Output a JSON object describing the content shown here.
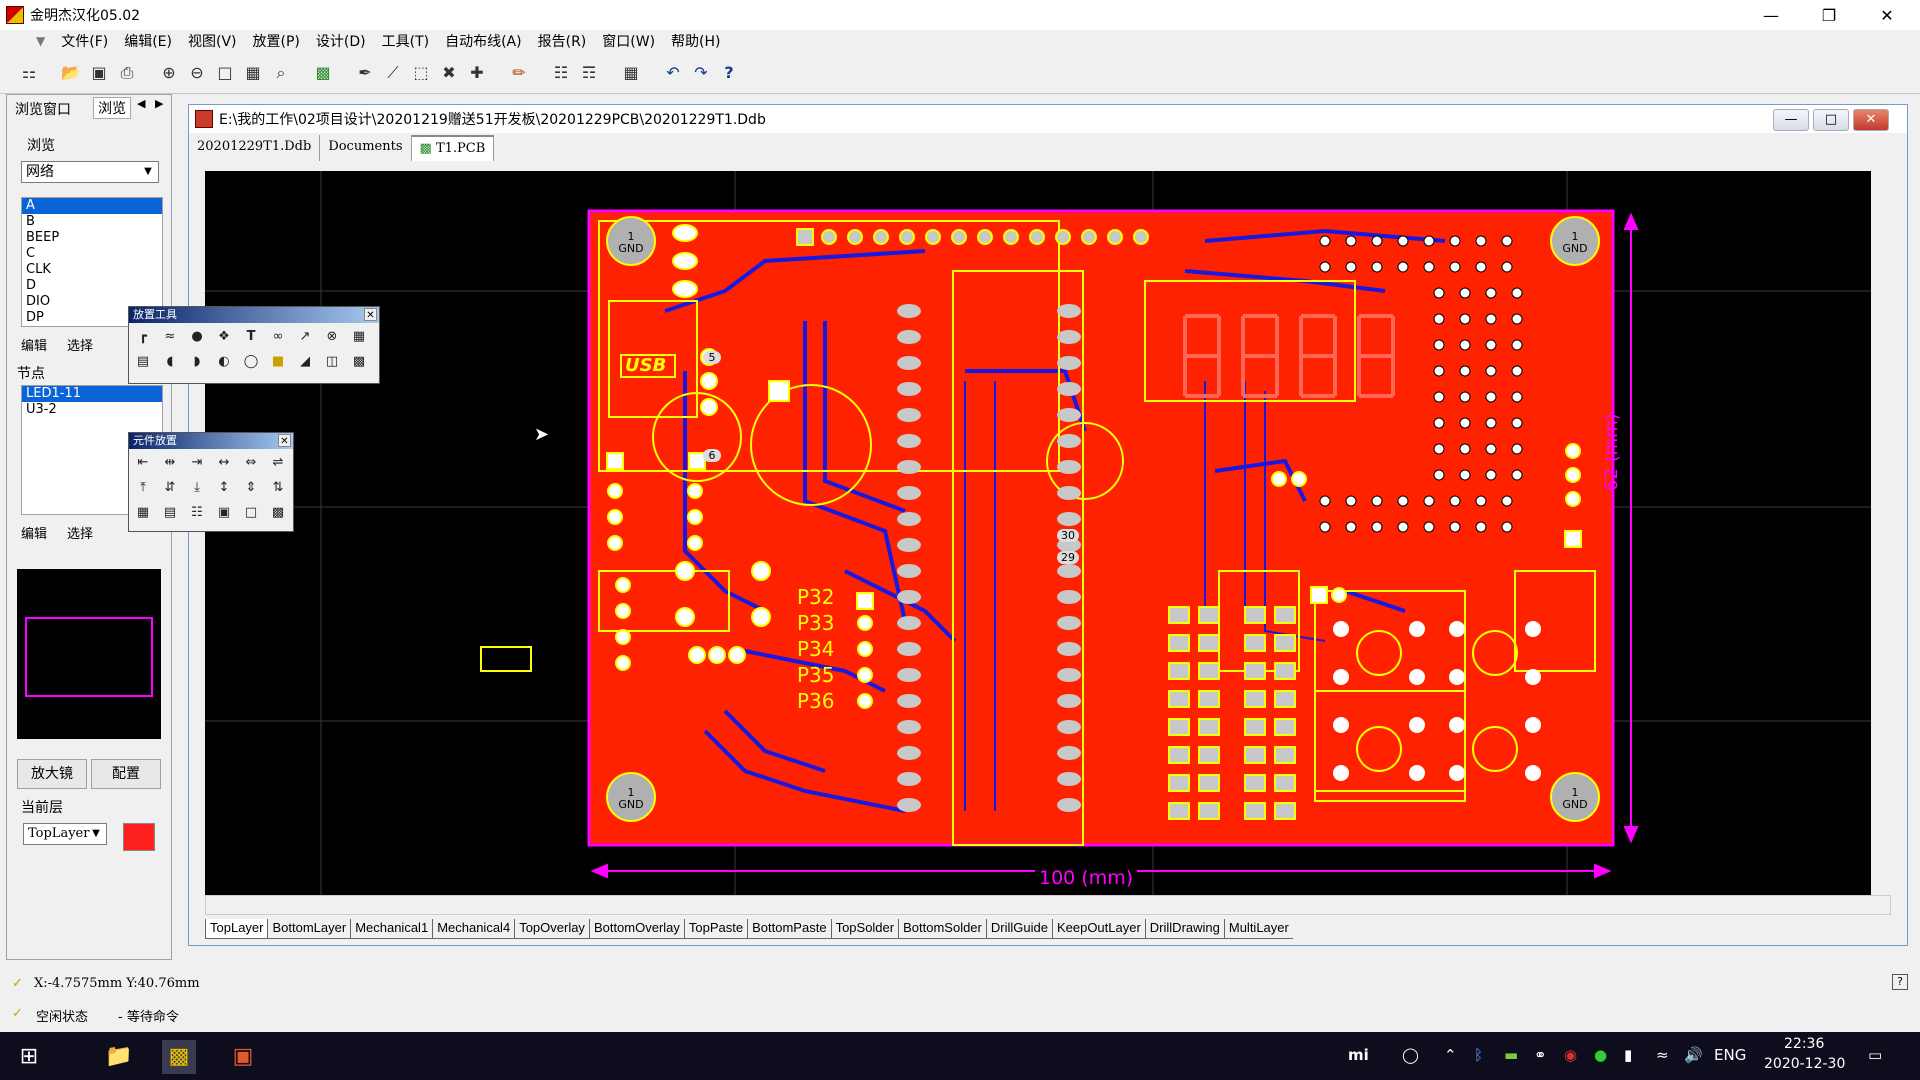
{
  "app": {
    "title": "金明杰汉化05.02"
  },
  "menu": [
    "文件(F)",
    "编辑(E)",
    "视图(V)",
    "放置(P)",
    "设计(D)",
    "工具(T)",
    "自动布线(A)",
    "报告(R)",
    "窗口(W)",
    "帮助(H)"
  ],
  "left_panel": {
    "tab_browse_window": "浏览窗口",
    "tab_browse": "浏览",
    "group_label": "浏览",
    "mode_select": "网络",
    "nets": [
      "A",
      "B",
      "BEEP",
      "C",
      "CLK",
      "D",
      "DIO",
      "DP"
    ],
    "selected_net": "A",
    "edit_btn": "编辑",
    "select_btn": "选择",
    "nodes_label": "节点",
    "nodes": [
      "LED1-11",
      "U3-2"
    ],
    "magnifier_btn": "放大镜",
    "config_btn": "配置",
    "current_layer_label": "当前层",
    "current_layer": "TopLayer",
    "current_layer_color": "#ff2020"
  },
  "doc": {
    "path": "E:\\我的工作\\02项目设计\\20201219赠送51开发板\\20201229PCB\\20201229T1.Ddb",
    "tabs": [
      "20201229T1.Ddb",
      "Documents",
      "T1.PCB"
    ],
    "active_tab": "T1.PCB"
  },
  "palettes": {
    "placement": {
      "title": "放置工具"
    },
    "component": {
      "title": "元件放置"
    }
  },
  "pcb": {
    "gnd_label": "GND",
    "gnd_pin": "1",
    "dimension_h": "100 (mm)",
    "dimension_v": "62 (mm)",
    "usb_label": "USB",
    "port_labels": [
      "P32",
      "P33",
      "P34",
      "P35",
      "P36"
    ],
    "pad_numbers": [
      "5",
      "6",
      "30",
      "29"
    ],
    "board_color": "#ff2200",
    "outline_color": "#ff00ff",
    "overlay_color": "#ffff00",
    "bottom_trace_color": "#1818e0"
  },
  "layers": [
    "TopLayer",
    "BottomLayer",
    "Mechanical1",
    "Mechanical4",
    "TopOverlay",
    "BottomOverlay",
    "TopPaste",
    "BottomPaste",
    "TopSolder",
    "BottomSolder",
    "DrillGuide",
    "KeepOutLayer",
    "DrillDrawing",
    "MultiLayer"
  ],
  "active_layer_tab": "TopLayer",
  "status": {
    "coords": "X:-4.7575mm Y:40.76mm",
    "state": "空闲状态",
    "command": "- 等待命令"
  },
  "taskbar": {
    "lang": "ENG",
    "time": "22:36",
    "date": "2020-12-30"
  }
}
